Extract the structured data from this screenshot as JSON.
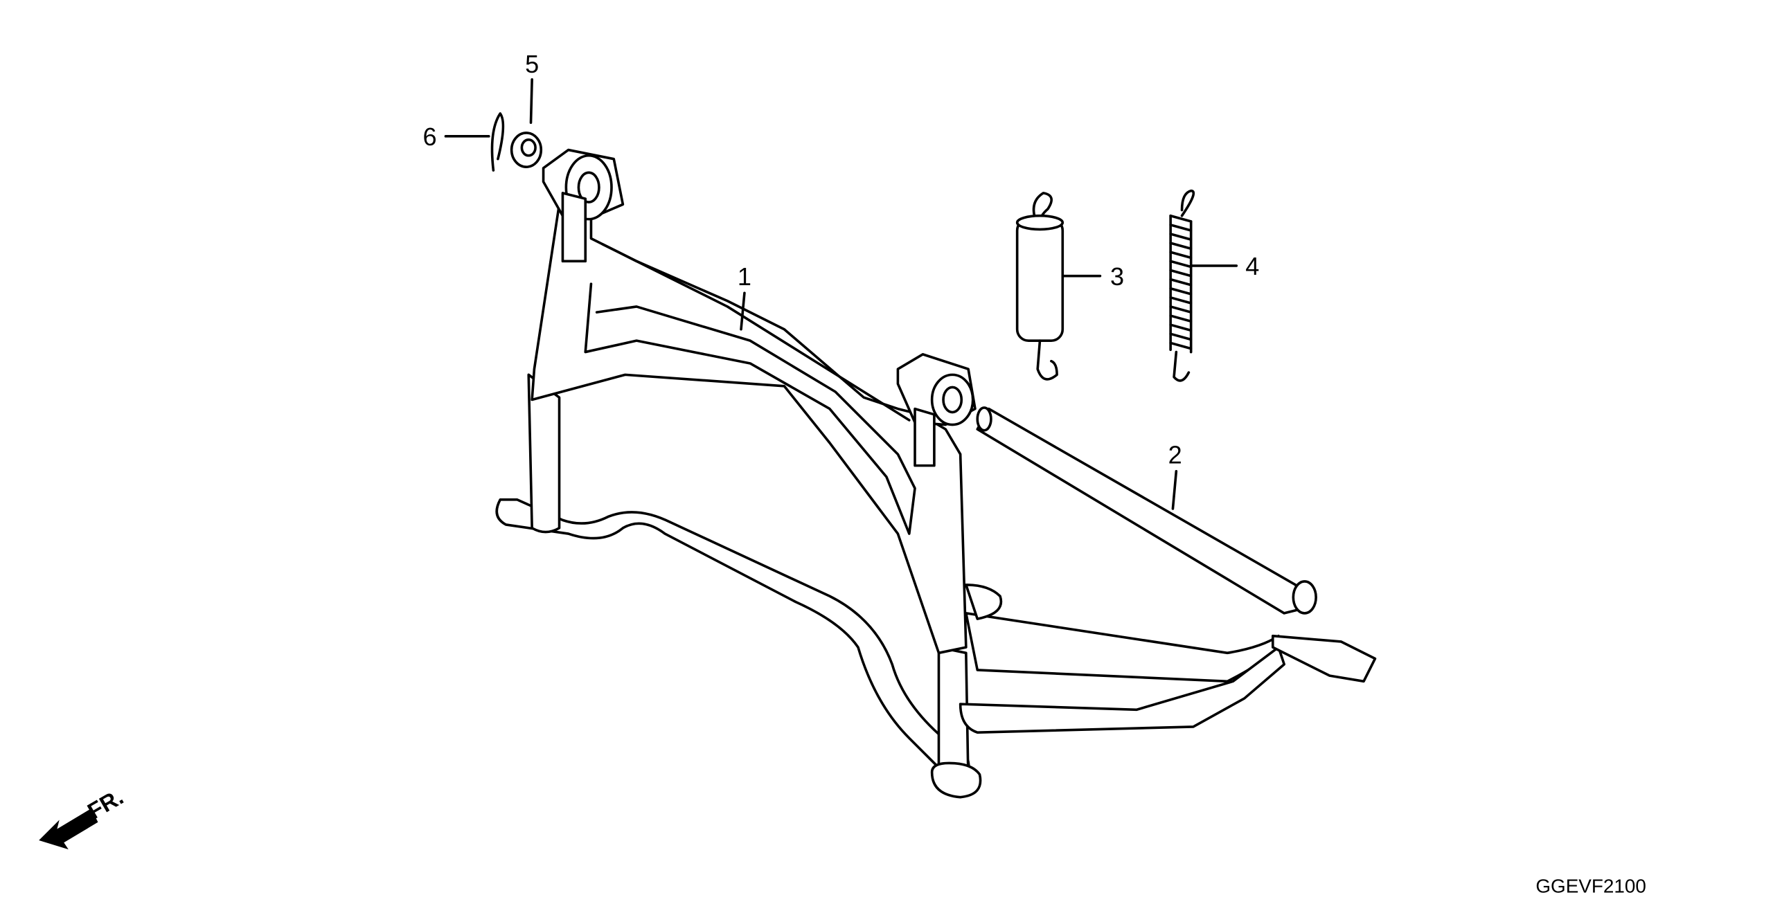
{
  "diagram": {
    "callouts": [
      {
        "number": "1",
        "part": "main-stand"
      },
      {
        "number": "2",
        "part": "stand-pivot-shaft"
      },
      {
        "number": "3",
        "part": "stand-spring-covered"
      },
      {
        "number": "4",
        "part": "stand-spring"
      },
      {
        "number": "5",
        "part": "washer"
      },
      {
        "number": "6",
        "part": "cotter-pin"
      }
    ],
    "direction_label": "FR.",
    "diagram_code": "GGEVF2100"
  }
}
